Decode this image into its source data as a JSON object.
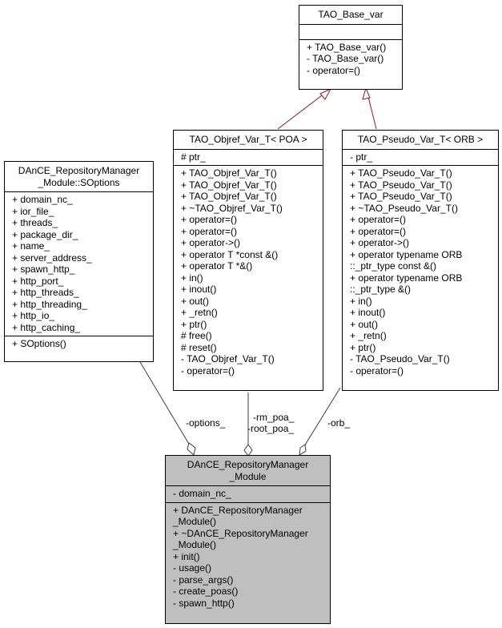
{
  "classes": {
    "tao_base_var": {
      "title": [
        "TAO_Base_var"
      ],
      "attributes": [],
      "methods": [
        "+ TAO_Base_var()",
        "- TAO_Base_var()",
        "- operator=()"
      ]
    },
    "tao_objref_var_t": {
      "title": [
        "TAO_Objref_Var_T< POA >"
      ],
      "attributes": [
        "# ptr_"
      ],
      "methods": [
        "+ TAO_Objref_Var_T()",
        "+ TAO_Objref_Var_T()",
        "+ TAO_Objref_Var_T()",
        "+ ~TAO_Objref_Var_T()",
        "+ operator=()",
        "+ operator=()",
        "+ operator->()",
        "+ operator T *const &()",
        "+ operator T *&()",
        "+ in()",
        "+ inout()",
        "+ out()",
        "+ _retn()",
        "+ ptr()",
        "# free()",
        "# reset()",
        "- TAO_Objref_Var_T()",
        "- operator=()"
      ]
    },
    "tao_pseudo_var_t": {
      "title": [
        "TAO_Pseudo_Var_T< ORB >"
      ],
      "attributes": [
        "- ptr_"
      ],
      "methods": [
        "+ TAO_Pseudo_Var_T()",
        "+ TAO_Pseudo_Var_T()",
        "+ TAO_Pseudo_Var_T()",
        "+ ~TAO_Pseudo_Var_T()",
        "+ operator=()",
        "+ operator=()",
        "+ operator->()",
        "+ operator typename ORB",
        "::_ptr_type const &()",
        "+ operator typename ORB",
        "::_ptr_type &()",
        "+ in()",
        "+ inout()",
        "+ out()",
        "+ _retn()",
        "+ ptr()",
        "- TAO_Pseudo_Var_T()",
        "- operator=()"
      ]
    },
    "soptions": {
      "title": [
        "DAnCE_RepositoryManager",
        "_Module::SOptions"
      ],
      "attributes": [
        "+ domain_nc_",
        "+ ior_file_",
        "+ threads_",
        "+ package_dir_",
        "+ name_",
        "+ server_address_",
        "+ spawn_http_",
        "+ http_port_",
        "+ http_threads_",
        "+ http_threading_",
        "+ http_io_",
        "+ http_caching_"
      ],
      "methods": [
        "+ SOptions()"
      ]
    },
    "module": {
      "title": [
        "DAnCE_RepositoryManager",
        "_Module"
      ],
      "attributes": [
        "- domain_nc_"
      ],
      "methods": [
        "+ DAnCE_RepositoryManager",
        "_Module()",
        "+ ~DAnCE_RepositoryManager",
        "_Module()",
        "+ init()",
        "- usage()",
        "- parse_args()",
        "- create_poas()",
        "- spawn_http()"
      ]
    }
  },
  "edges": {
    "options_label": "-options_",
    "poa_label_1": "-rm_poa_",
    "poa_label_2": "-root_poa_",
    "orb_label": "-orb_"
  }
}
